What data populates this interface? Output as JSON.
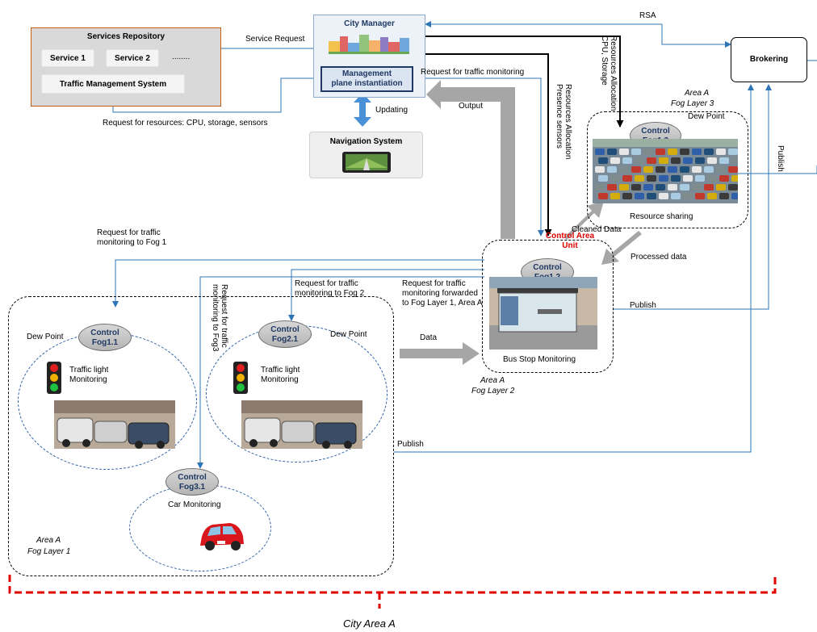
{
  "services_repository": {
    "title": "Services Repository",
    "service1": "Service 1",
    "service2": "Service 2",
    "more": "........",
    "tms": "Traffic  Management System"
  },
  "city_manager": {
    "title": "City Manager",
    "mpi_line1": "Management",
    "mpi_line2": "plane instantiation"
  },
  "navigation": {
    "title": "Navigation System"
  },
  "brokering": {
    "title": "Brokering"
  },
  "edges": {
    "service_request": "Service Request",
    "request_resources": "Request for resources: CPU, storage, sensors",
    "updating": "Updating",
    "rsa": "RSA",
    "request_traffic_monitoring": "Request for traffic monitoring",
    "output": "Output",
    "res_alloc_presence_1": "Resources Allocation",
    "res_alloc_presence_2": "Presence sensors",
    "res_alloc_cpu_1": "Resources Allocation",
    "res_alloc_cpu_2": "CPU, Storage",
    "publish_top": "Publish",
    "cleaned_data": "Cleaned Data",
    "processed_data": "Processed data",
    "publish_mid": "Publish",
    "publish_bottom": "Publish",
    "req_fog1_1": "Request for traffic",
    "req_fog1_2": "monitoring to Fog 1",
    "req_fog2_1": "Request for traffic",
    "req_fog2_2": "monitoring to Fog 2",
    "req_fog3_1": "Request for traffic",
    "req_fog3_2": "monitoring to Fog3",
    "req_fwd_1": "Request for traffic",
    "req_fwd_2": "monitoring forwarded",
    "req_fwd_3": "to Fog Layer 1, Area A",
    "data": "Data"
  },
  "fog_layer3": {
    "area": "Area A",
    "layer": "Fog Layer 3",
    "dew_point": "Dew Point",
    "control_1": "Control",
    "control_2": "Fog1.3",
    "caption": "Resource sharing"
  },
  "fog_layer2": {
    "control_area_1": "Control Area",
    "control_area_2": "Unit",
    "control_1": "Control",
    "control_2": "Fog1.2",
    "caption": "Bus Stop Monitoring",
    "area": "Area A",
    "layer": "Fog Layer 2"
  },
  "fog_layer1": {
    "area": "Area A",
    "layer": "Fog Layer 1",
    "fog11": {
      "dew_point": "Dew Point",
      "control_1": "Control",
      "control_2": "Fog1.1",
      "caption_1": "Traffic light",
      "caption_2": "Monitoring"
    },
    "fog21": {
      "dew_point": "Dew Point",
      "control_1": "Control",
      "control_2": "Fog2.1",
      "caption_1": "Traffic light",
      "caption_2": "Monitoring"
    },
    "fog31": {
      "control_1": "Control",
      "control_2": "Fog3.1",
      "caption": "Car Monitoring"
    }
  },
  "city_area": {
    "label": "City Area A"
  },
  "colors": {
    "connector_blue": "#2e75b6",
    "arrow_black": "#000000",
    "arrow_grey": "#a6a6a6",
    "bracket_red": "#e00000",
    "control_text": "#1f3864",
    "repo_border": "#c55a11"
  },
  "icons": [
    "traffic-light-icon",
    "city-skyline-icon",
    "gps-navigator-icon",
    "car-icon",
    "parking-lot-image",
    "bus-stop-image",
    "street-cars-image"
  ]
}
